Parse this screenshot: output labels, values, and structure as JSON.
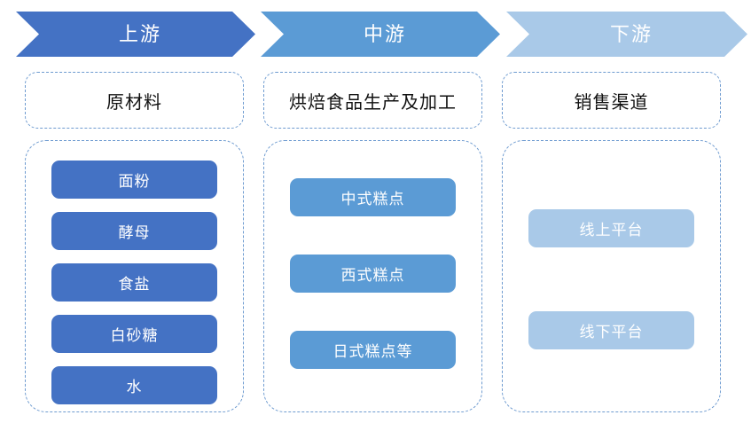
{
  "chain": {
    "stages": [
      {
        "arrow_label": "上游",
        "arrow_color": "#4472C4",
        "title": "原材料",
        "pill_color": "#4472C4",
        "items": [
          "面粉",
          "酵母",
          "食盐",
          "白砂糖",
          "水"
        ]
      },
      {
        "arrow_label": "中游",
        "arrow_color": "#5B9BD5",
        "title": "烘焙食品生产及加工",
        "pill_color": "#5B9BD5",
        "items": [
          "中式糕点",
          "西式糕点",
          "日式糕点等"
        ]
      },
      {
        "arrow_label": "下游",
        "arrow_color": "#A9C9E8",
        "title": "销售渠道",
        "pill_color": "#A9C9E8",
        "items": [
          "线上平台",
          "线下平台"
        ]
      }
    ]
  },
  "colors": {
    "upstream": "#4472C4",
    "midstream": "#5B9BD5",
    "downstream": "#A9C9E8",
    "dashed_border": "#6E9BD0",
    "background": "#FFFFFF",
    "title_text": "#111111",
    "pill_text": "#FFFFFF"
  }
}
